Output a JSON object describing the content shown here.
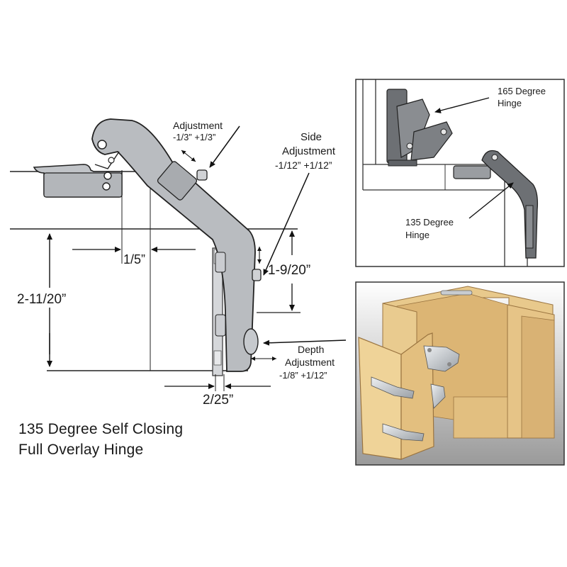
{
  "main_diagram": {
    "labels": {
      "adjustment_title": "Adjustment",
      "adjustment_range": "-1/3” +1/3”",
      "side_adjustment_title_1": "Side",
      "side_adjustment_title_2": "Adjustment",
      "side_adjustment_range": "-1/12” +1/12”",
      "depth_adjustment_title_1": "Depth",
      "depth_adjustment_title_2": "Adjustment",
      "depth_adjustment_range": "-1/8”   +1/12”"
    },
    "dimensions": {
      "d_1_5": "1/5”",
      "d_2_11_20": "2-11/20”",
      "d_1_9_20": "1-9/20”",
      "d_2_25": "2/25”"
    },
    "caption": {
      "line1": "135 Degree Self Closing",
      "line2": "Full Overlay Hinge"
    }
  },
  "inset_diagram": {
    "label_165_line1": "165 Degree",
    "label_165_line2": "Hinge",
    "label_135_line1": "135 Degree",
    "label_135_line2": "Hinge"
  },
  "photo": {
    "subject": "corner cabinet with hinges"
  },
  "colors": {
    "hinge_fill": "#b9bcc0",
    "hinge_stroke": "#222222",
    "wood_light": "#e8c98c",
    "wood_mid": "#d4ae6c",
    "wood_dark": "#b98f4f",
    "metal": "#c8ccd0"
  }
}
